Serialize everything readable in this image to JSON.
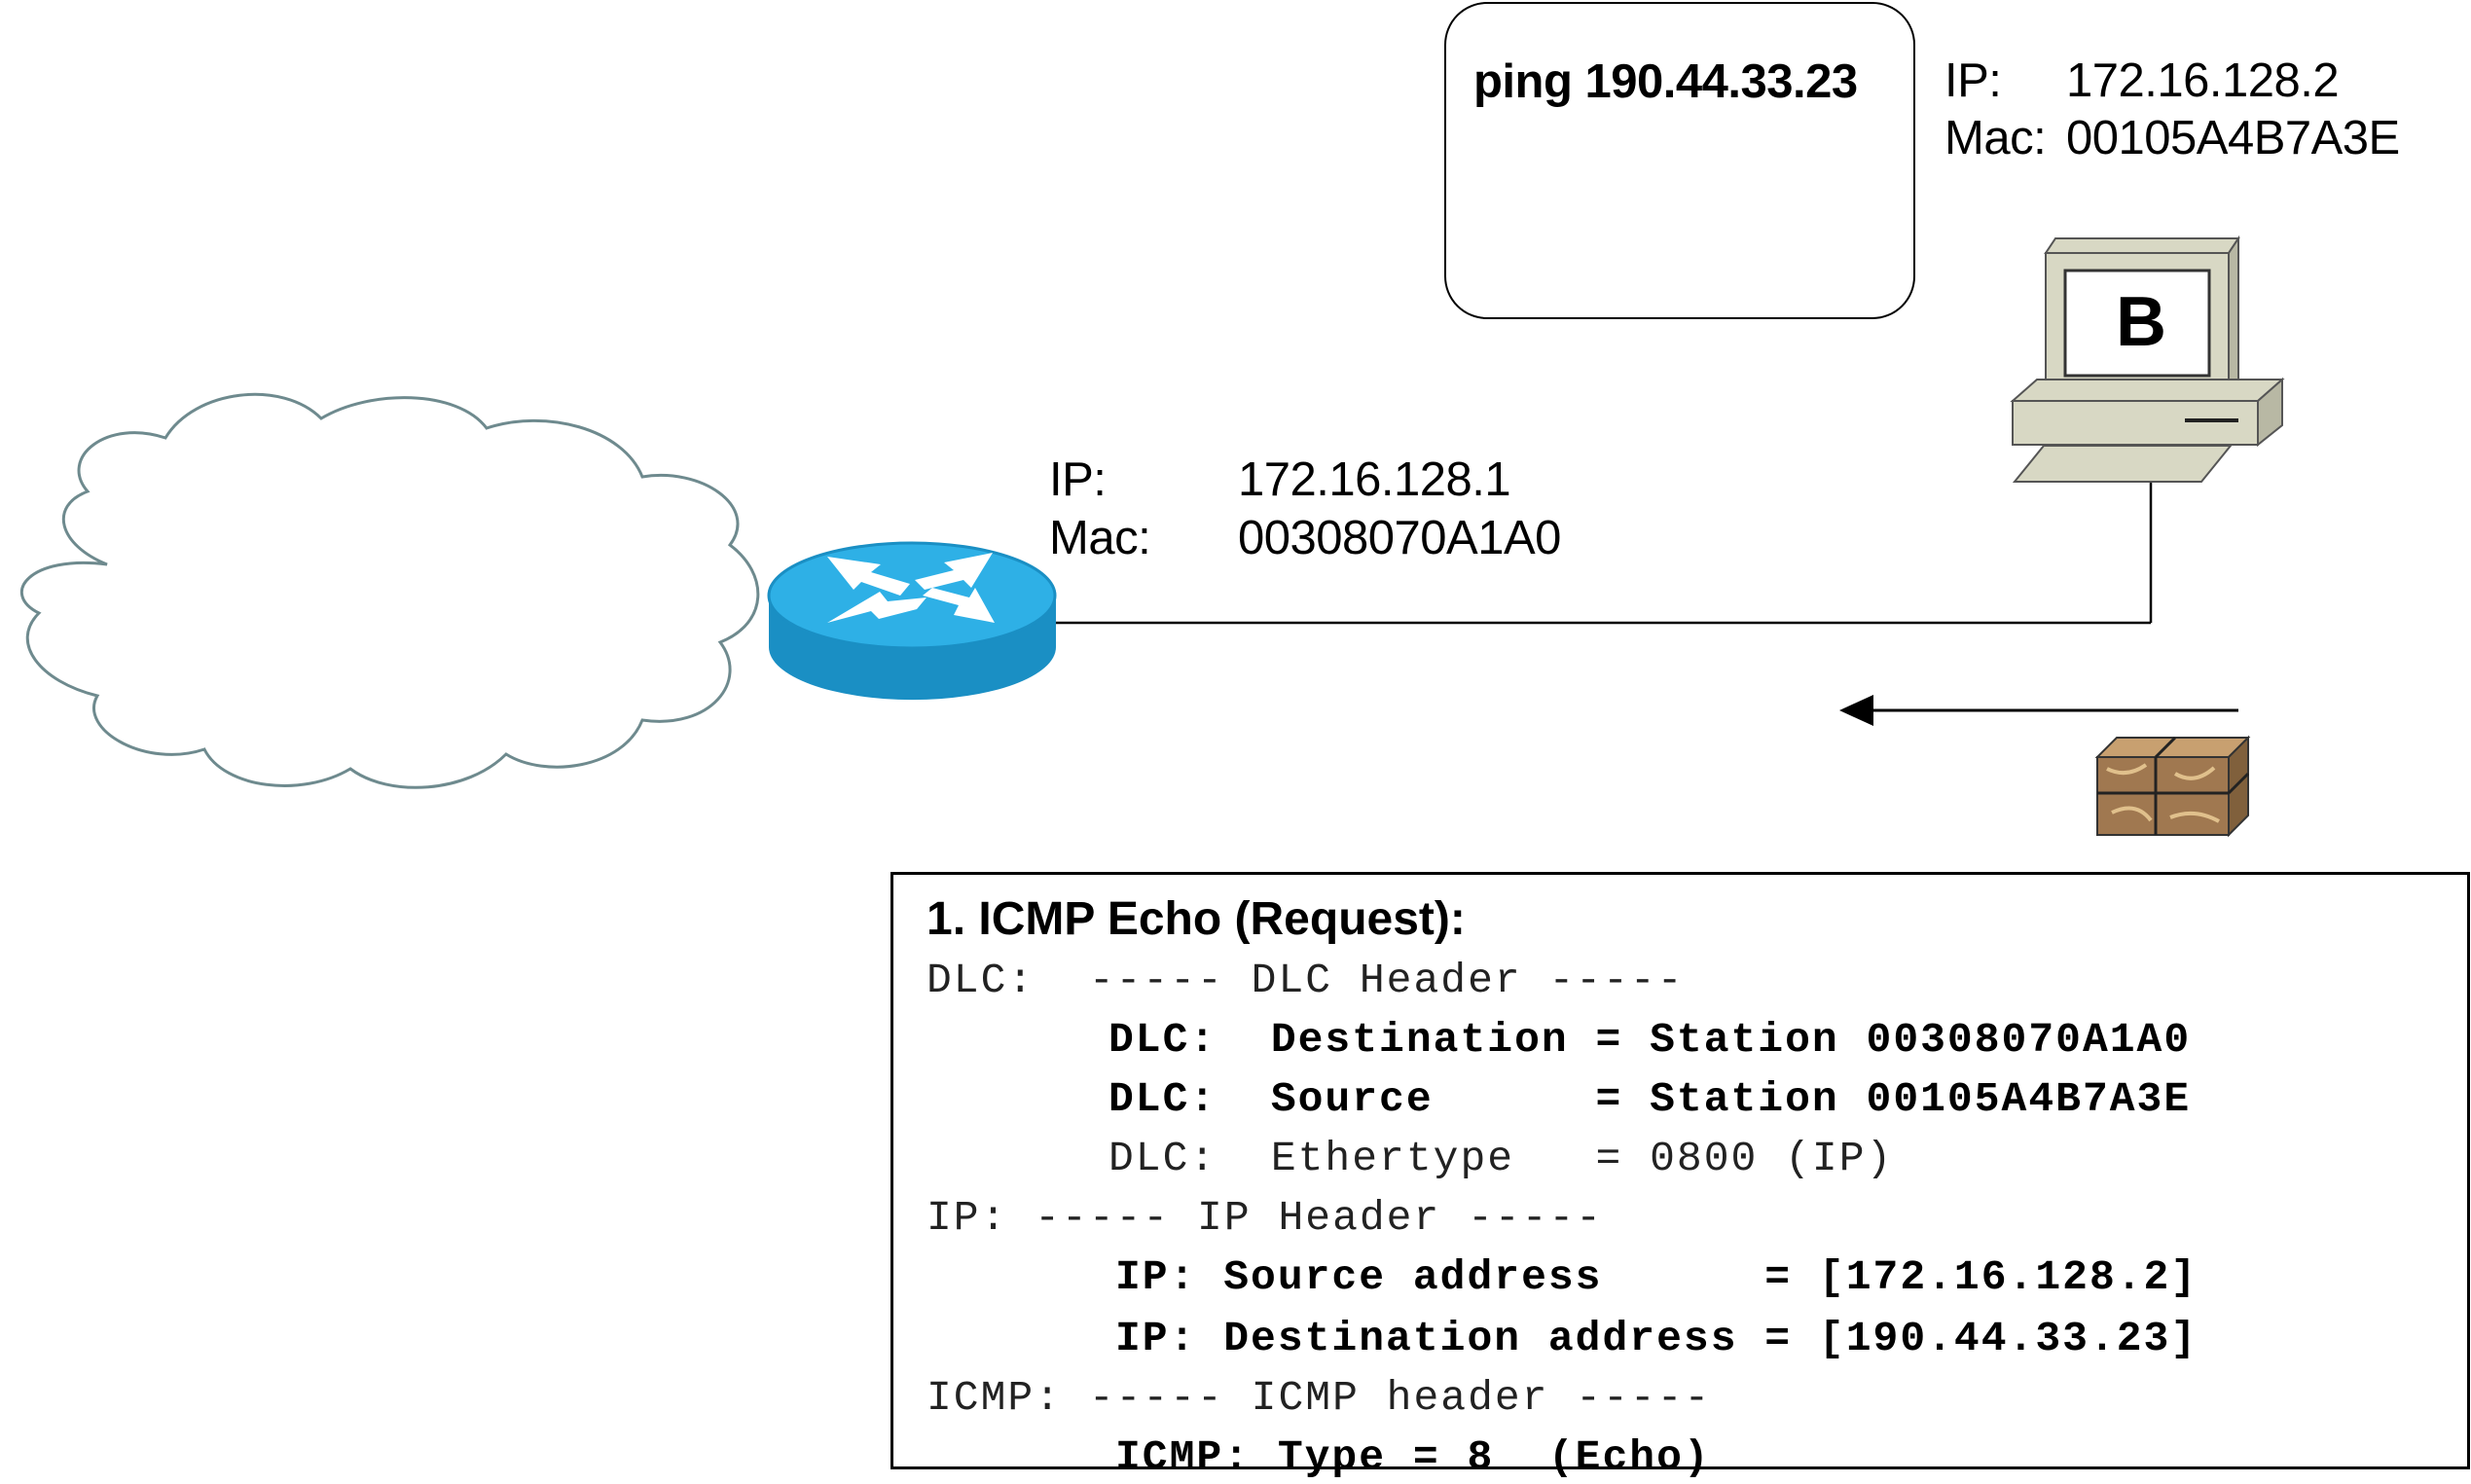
{
  "command_box": {
    "text": "ping 190.44.33.23"
  },
  "host_b": {
    "letter": "B",
    "ip_label": "IP:",
    "ip_value": "172.16.128.2",
    "mac_label": "Mac:",
    "mac_value": "00105A4B7A3E"
  },
  "router": {
    "ip_label": "IP:",
    "ip_value": "172.16.128.1",
    "mac_label": "Mac:",
    "mac_value": "00308070A1A0"
  },
  "arrow": {
    "direction": "left"
  },
  "packet": {
    "title": "1. ICMP Echo (Request):",
    "lines": [
      {
        "text": "DLC:  ----- DLC Header -----",
        "bold": false,
        "indent": false
      },
      {
        "text": "DLC:  Destination = Station 00308070A1A0",
        "bold": true,
        "indent": true
      },
      {
        "text": "DLC:  Source      = Station 00105A4B7A3E",
        "bold": true,
        "indent": true
      },
      {
        "text": "DLC:  Ethertype   = 0800 (IP)",
        "bold": false,
        "indent": true
      },
      {
        "text": "IP: ----- IP Header -----",
        "bold": false,
        "indent": false
      },
      {
        "text": "IP: Source address      = [172.16.128.2]",
        "bold": true,
        "indent": true
      },
      {
        "text": "IP: Destination address = [190.44.33.23]",
        "bold": true,
        "indent": true
      },
      {
        "text": "ICMP: ----- ICMP header -----",
        "bold": false,
        "indent": false
      },
      {
        "text": "ICMP: Type = 8  (Echo)",
        "bold": true,
        "indent": true
      }
    ]
  },
  "colors": {
    "router_top": "#2eb0e6",
    "router_side": "#1a8fc4",
    "cloud_stroke": "#6e8a8e",
    "pc_body": "#d8d8c4",
    "box_brown": "#a07850"
  }
}
